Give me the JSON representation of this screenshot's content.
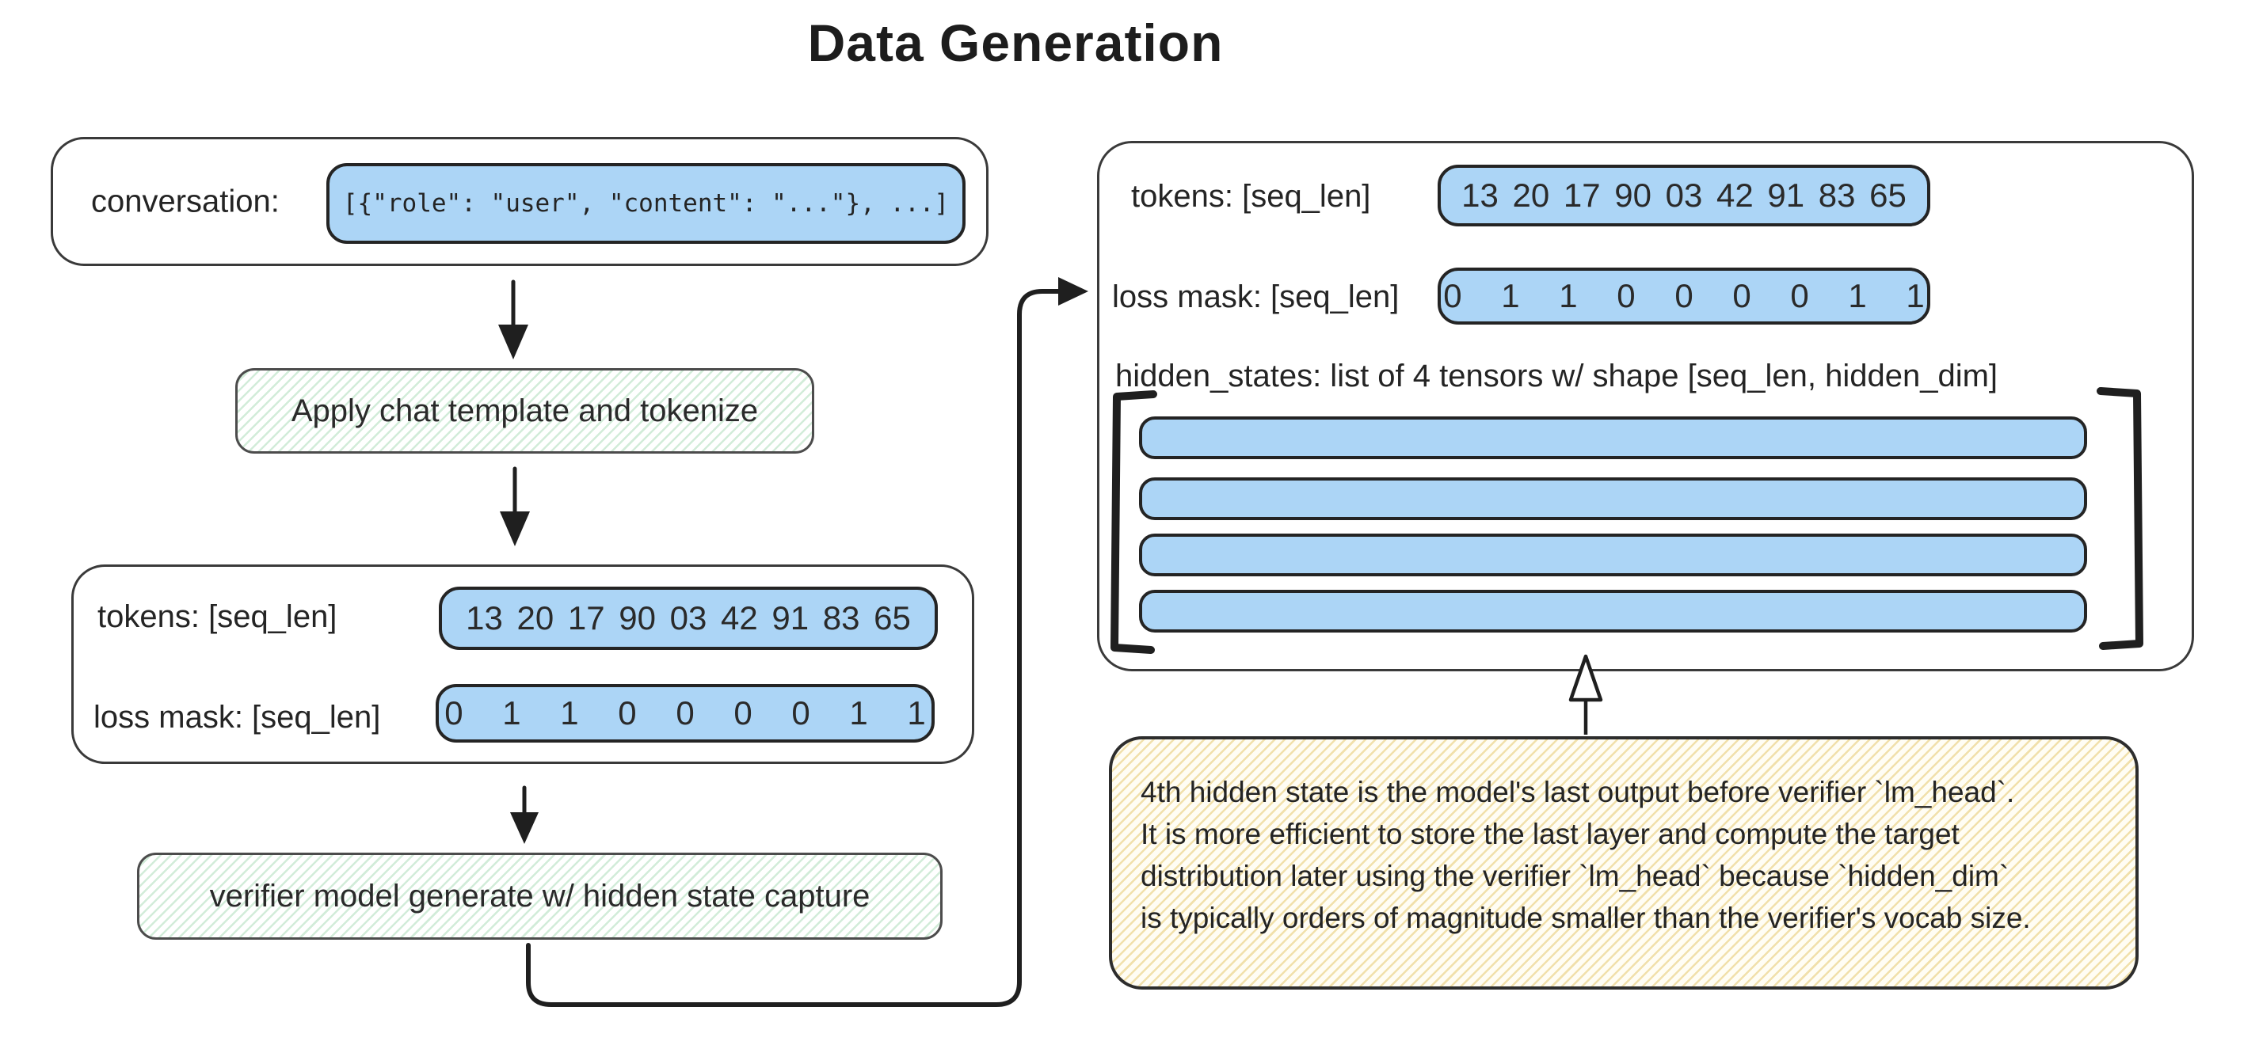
{
  "title": "Data Generation",
  "palette": {
    "blue_fill": "#acd5f6",
    "ink": "#242424",
    "stroke": "#1f1f1f",
    "green_hatch": "#d2ecd9",
    "yellow_hatch": "#f1e0ab",
    "yellow_bg": "#fffdf4"
  },
  "conversation_box": {
    "label": "conversation:",
    "value": "[{\"role\": \"user\", \"content\": \"...\"}, ...]"
  },
  "step_apply_template": {
    "label": "Apply chat template and tokenize"
  },
  "left_tensor_box": {
    "tokens_label": "tokens: [seq_len]",
    "tokens_values": "13 20 17 90 03 42 91 83 65",
    "loss_mask_label": "loss mask: [seq_len]",
    "loss_mask_values": "0 1 1 0 0 0 0 1 1"
  },
  "step_verifier_generate": {
    "label": "verifier model generate w/ hidden state capture"
  },
  "right_panel": {
    "tokens_label": "tokens: [seq_len]",
    "tokens_values": "13 20 17 90 03 42 91 83 65",
    "loss_mask_label": "loss mask: [seq_len]",
    "loss_mask_values": "0 1 1 0 0 0 0 1 1",
    "hidden_states_label": "hidden_states: list of 4 tensors w/ shape [seq_len, hidden_dim]",
    "tensor_count": 4
  },
  "note_box": {
    "lines": [
      "4th hidden state is the model's last output before verifier `lm_head`.",
      "It is more efficient to store the last layer and compute the target",
      "distribution later using the verifier `lm_head` because `hidden_dim`",
      "is typically orders of magnitude smaller than the verifier's vocab size."
    ]
  }
}
